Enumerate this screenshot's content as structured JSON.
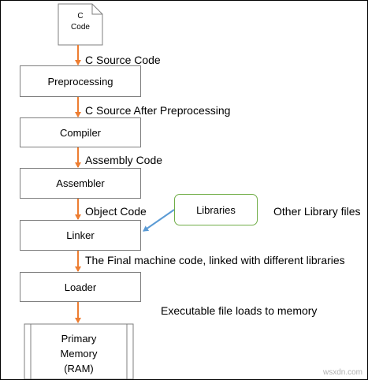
{
  "diagram": {
    "source_doc": {
      "line1": "C",
      "line2": "Code"
    },
    "stages": {
      "preprocessing": "Preprocessing",
      "compiler": "Compiler",
      "assembler": "Assembler",
      "linker": "Linker",
      "loader": "Loader",
      "memory_line1": "Primary",
      "memory_line2": "Memory",
      "memory_line3": "(RAM)"
    },
    "libraries": "Libraries",
    "edge_labels": {
      "c_source": "C Source Code",
      "after_preprocessing": "C Source After Preprocessing",
      "assembly": "Assembly Code",
      "object": "Object Code",
      "final_machine": "The Final machine code, linked with different libraries"
    },
    "notes": {
      "other_libraries": "Other Library files",
      "executable_loads": "Executable file loads to memory"
    },
    "colors": {
      "flow_arrow": "#ED7D31",
      "library_arrow": "#5B9BD5",
      "box_border": "#7F7F7F",
      "library_border": "#70AD47"
    }
  },
  "watermark": "wsxdn.com"
}
